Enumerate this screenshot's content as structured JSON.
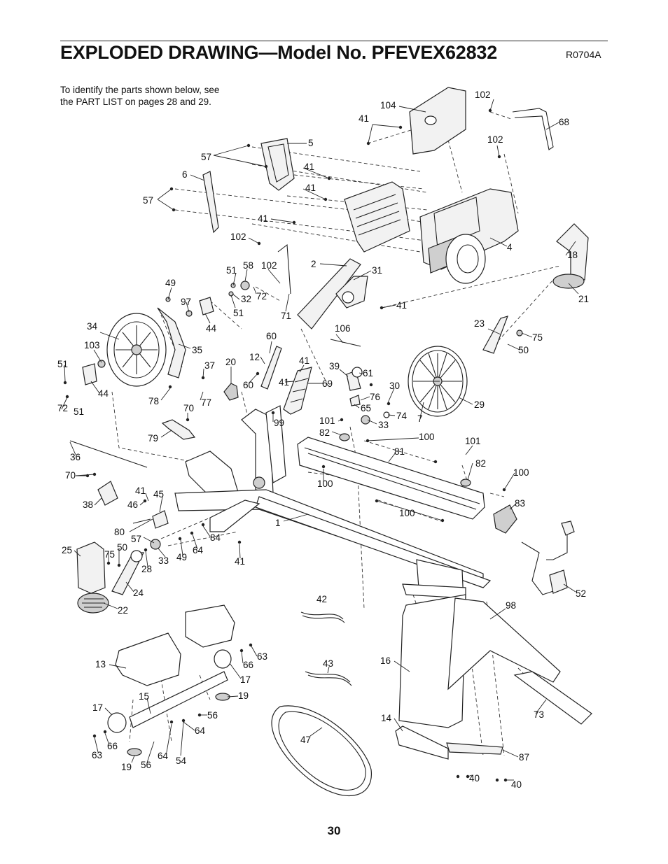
{
  "header": {
    "title": "EXPLODED DRAWING—Model No. PFEVEX62832",
    "code": "R0704A"
  },
  "intro": {
    "line1": "To identify the parts shown below, see",
    "line2": "the PART LIST on pages 28 and 29."
  },
  "page_number": "30",
  "labels": {
    "l104": "104",
    "l41a": "41",
    "l102a": "102",
    "l68": "68",
    "l102b": "102",
    "l5": "5",
    "l57a": "57",
    "l41b": "41",
    "l6": "6",
    "l41c": "41",
    "l57b": "57",
    "l41d": "41",
    "l102c": "102",
    "l4": "4",
    "l18": "18",
    "l21": "21",
    "l2": "2",
    "l31": "31",
    "l41e": "41",
    "l51a": "51",
    "l58": "58",
    "l102d": "102",
    "l49a": "49",
    "l32": "32",
    "l72a": "72",
    "l97": "97",
    "l51b": "51",
    "l44a": "44",
    "l71": "71",
    "l34": "34",
    "l35": "35",
    "l103": "103",
    "l106": "106",
    "l23": "23",
    "l75a": "75",
    "l50a": "50",
    "l60a": "60",
    "l12": "12",
    "l41f": "41",
    "l51c": "51",
    "l37": "37",
    "l20": "20",
    "l39": "39",
    "l61": "61",
    "l44b": "44",
    "l60b": "60",
    "l41g": "41",
    "l69": "69",
    "l76": "76",
    "l30": "30",
    "l29": "29",
    "l72b": "72",
    "l51d": "51",
    "l78": "78",
    "l77": "77",
    "l70a": "70",
    "l65": "65",
    "l74": "74",
    "l7": "7",
    "l101a": "101",
    "l33a": "33",
    "l99": "99",
    "l79": "79",
    "l82a": "82",
    "l100a": "100",
    "l101b": "101",
    "l81": "81",
    "l36": "36",
    "l82b": "82",
    "l70b": "70",
    "l100b": "100",
    "l100c": "100",
    "l41h": "41",
    "l45": "45",
    "l38": "38",
    "l46": "46",
    "l83": "83",
    "l100d": "100",
    "l1": "1",
    "l80": "80",
    "l57c": "57",
    "l84": "84",
    "l25": "25",
    "l50b": "50",
    "l75b": "75",
    "l64a": "64",
    "l33b": "33",
    "l49b": "49",
    "l28": "28",
    "l41i": "41",
    "l52": "52",
    "l24": "24",
    "l22": "22",
    "l42": "42",
    "l98": "98",
    "l63a": "63",
    "l66a": "66",
    "l13": "13",
    "l43": "43",
    "l16": "16",
    "l17a": "17",
    "l19a": "19",
    "l15": "15",
    "l73": "73",
    "l17b": "17",
    "l56a": "56",
    "l64b": "64",
    "l14": "14",
    "l47": "47",
    "l66b": "66",
    "l63b": "63",
    "l64c": "64",
    "l54": "54",
    "l87": "87",
    "l19b": "19",
    "l56b": "56",
    "l40a": "40",
    "l40b": "40"
  }
}
